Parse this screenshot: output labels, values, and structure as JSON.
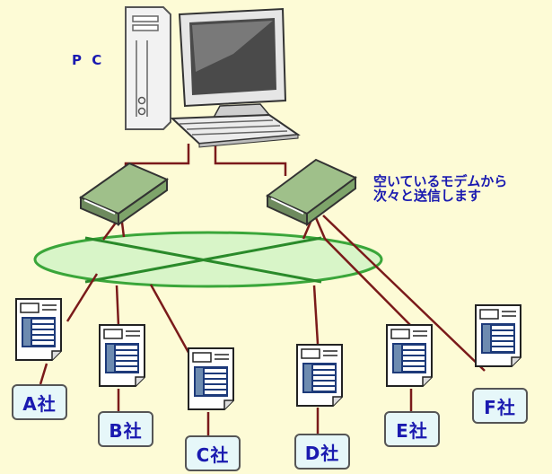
{
  "labels": {
    "pc": "P C",
    "note_line1": "空いているモデムから",
    "note_line2": "次々と送信します"
  },
  "companies": {
    "a": "A社",
    "b": "B社",
    "c": "C社",
    "d": "D社",
    "e": "E社",
    "f": "F社"
  },
  "colors": {
    "background": "#fdfbd6",
    "line": "#7a1a1a",
    "network": "#d8f5c8",
    "modem": "#9fc08a",
    "label_text": "#1a1ab0",
    "company_box": "#e6f7f9"
  }
}
